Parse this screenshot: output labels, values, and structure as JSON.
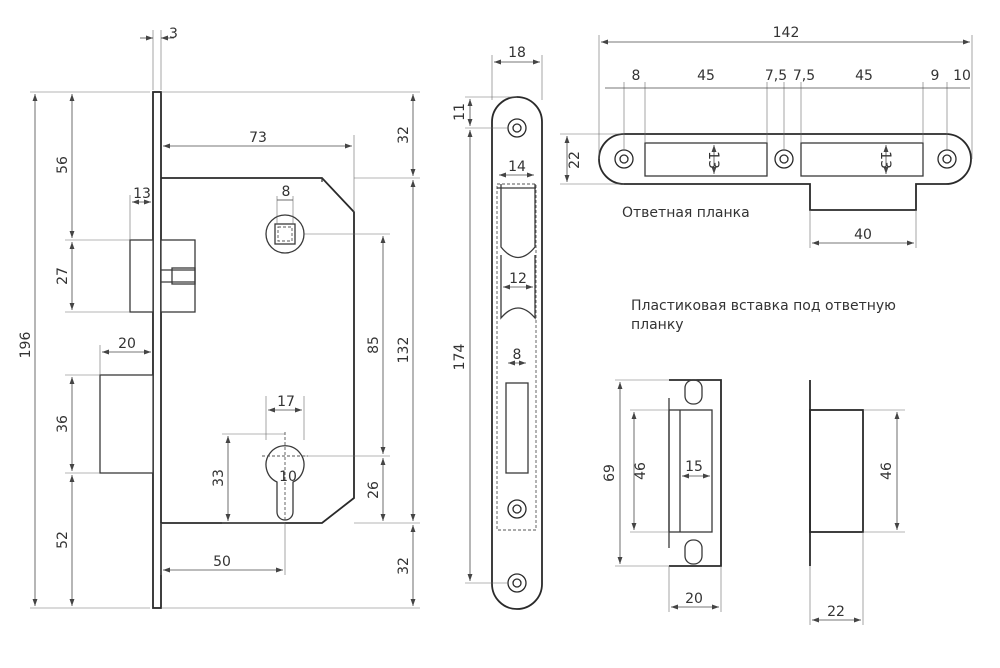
{
  "labels": {
    "strike_plate": "Ответная планка",
    "plastic_insert": "Пластиковая вставка под ответную планку"
  },
  "lock_body": {
    "faceplate_thickness": "3",
    "total_height": "196",
    "top_offset": "56",
    "latch_height": "27",
    "latch_projection": "13",
    "bolt_projection": "20",
    "bolt_height": "36",
    "bottom_offset": "52",
    "backset": "73",
    "spindle_square": "8",
    "cylinder_width": "17",
    "cylinder_lower": "10",
    "spindle_to_cylinder": "85",
    "body_height": "132",
    "cylinder_span": "33",
    "top_margin": "32",
    "cylinder_to_bottom": "26",
    "bottom_margin": "32",
    "cylinder_backset": "50"
  },
  "faceplate": {
    "width": "18",
    "screw_offset": "11",
    "length": "174",
    "latch_window": "14",
    "latch_width": "12",
    "bolt_window": "8"
  },
  "strike": {
    "total_length": "142",
    "edge_left": "8",
    "window_left": "45",
    "gap_left": "7,5",
    "gap_right": "7,5",
    "window_right": "45",
    "edge_right": "9",
    "end_right": "10",
    "height": "22",
    "window_height_left": "13",
    "window_height_right": "13",
    "lip_width": "40"
  },
  "insert": {
    "height": "69",
    "inner_height": "46",
    "inner_width": "15",
    "width": "20",
    "side_height": "46",
    "side_depth": "22"
  }
}
